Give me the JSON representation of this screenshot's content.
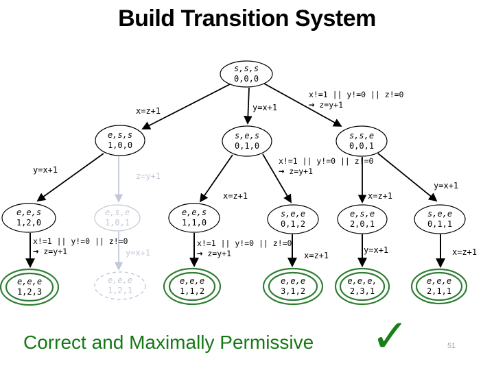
{
  "slide": {
    "title": "Build Transition System",
    "footer_text": "Correct and Maximally Permissive",
    "page_number": "51",
    "checkmark": "✓"
  },
  "colors": {
    "accepting_outline": "#2e7d32",
    "faded": "#c3c8d8",
    "footer_green": "#157815",
    "edge": "#000000"
  },
  "labels": {
    "x_assign": "x=z+1",
    "y_assign": "y=x+1",
    "z_assign": "z=y+1",
    "guard": "x!=1 || y!=0 || z!=0",
    "arrow": "→"
  },
  "nodes": [
    {
      "line1": "s,s,s",
      "line2": "0,0,0",
      "style": "normal"
    },
    {
      "line1": "e,s,s",
      "line2": "1,0,0",
      "style": "normal"
    },
    {
      "line1": "s,e,s",
      "line2": "0,1,0",
      "style": "normal"
    },
    {
      "line1": "s,s,e",
      "line2": "0,0,1",
      "style": "normal"
    },
    {
      "line1": "e,e,s",
      "line2": "1,2,0",
      "style": "normal"
    },
    {
      "line1": "e,s,e",
      "line2": "1,0,1",
      "style": "faded"
    },
    {
      "line1": "e,e,s",
      "line2": "1,1,0",
      "style": "normal"
    },
    {
      "line1": "s,e,e",
      "line2": "0,1,2",
      "style": "normal"
    },
    {
      "line1": "e,s,e",
      "line2": "2,0,1",
      "style": "normal"
    },
    {
      "line1": "s,e,e",
      "line2": "0,1,1",
      "style": "normal"
    },
    {
      "line1": "e,e,e",
      "line2": "1,2,3",
      "style": "accepting"
    },
    {
      "line1": "e,e,e",
      "line2": "1,2,1",
      "style": "faded-dashed"
    },
    {
      "line1": "e,e,e",
      "line2": "1,1,2",
      "style": "accepting"
    },
    {
      "line1": "e,e,e",
      "line2": "3,1,2",
      "style": "accepting"
    },
    {
      "line1": "e,e,e,",
      "line2": "2,3,1",
      "style": "accepting"
    },
    {
      "line1": "e,e,e",
      "line2": "2,1,1",
      "style": "accepting"
    }
  ]
}
